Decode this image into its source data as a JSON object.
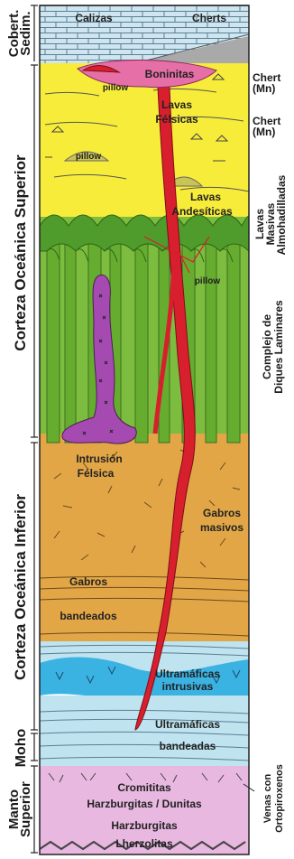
{
  "left_units": [
    {
      "line1": "Cobert.",
      "line2": "Sedim."
    },
    {
      "line1": "Corteza Oceánica Superior",
      "line2": ""
    },
    {
      "line1": "Corteza Oceánica Inferior",
      "line2": ""
    },
    {
      "line1": "Moho",
      "line2": ""
    },
    {
      "line1": "Manto",
      "line2": "Superior"
    }
  ],
  "right_labels": {
    "chert_1": {
      "line1": "Chert",
      "line2": "(Mn)"
    },
    "chert_2": {
      "line1": "Chert",
      "line2": "(Mn)"
    },
    "lavas_masivas": {
      "line1": "Lavas",
      "line2": "Masivas",
      "line3": "Almohadilladas"
    },
    "diques": {
      "line1": "Complejo de",
      "line2": "Diques Laminares"
    },
    "venas": {
      "line1": "Venas con",
      "line2": "Ortopiroxenos"
    }
  },
  "column_labels": {
    "calizas": "Calizas",
    "cherts": "Cherts",
    "boninitas": "Boninitas",
    "pillow_top": "pillow",
    "lavas_felsicas_1": "Lavas",
    "lavas_felsicas_2": "Félsicas",
    "pillow_left": "pillow",
    "lavas_andesiticas_1": "Lavas",
    "lavas_andesiticas_2": "Andesíticas",
    "pillow_dikes": "pillow",
    "intrusion_1": "Intrusión",
    "intrusion_2": "Félsica",
    "gabros_masivos_1": "Gabros",
    "gabros_masivos_2": "masivos",
    "gabros_bandeados_1": "Gabros",
    "gabros_bandeados_2": "bandeados",
    "ultramaficas_intrusivas_1": "Ultramáficas",
    "ultramaficas_intrusivas_2": "intrusivas",
    "ultramaficas_bandeadas_1": "Ultramáficas",
    "ultramaficas_bandeadas_2": "bandeadas",
    "cromititas": "Cromititas",
    "harzburgitas_dunitas": "Harzburgitas / Dunitas",
    "harzburgitas": "Harzburgitas",
    "lherzolitas": "Lherzolitas"
  },
  "colors": {
    "sediment": "#cfe6f0",
    "lava_yellow": "#f7ec3a",
    "dike_green": "#7cbc3e",
    "gabbro": "#e2a647",
    "ultramafic_blue": "#3ab3e3",
    "band_blue": "#bfe3ef",
    "mantle_pink": "#e8b8e0",
    "magma_red": "#d81f2e",
    "intrusion_purple": "#a54ab0"
  }
}
